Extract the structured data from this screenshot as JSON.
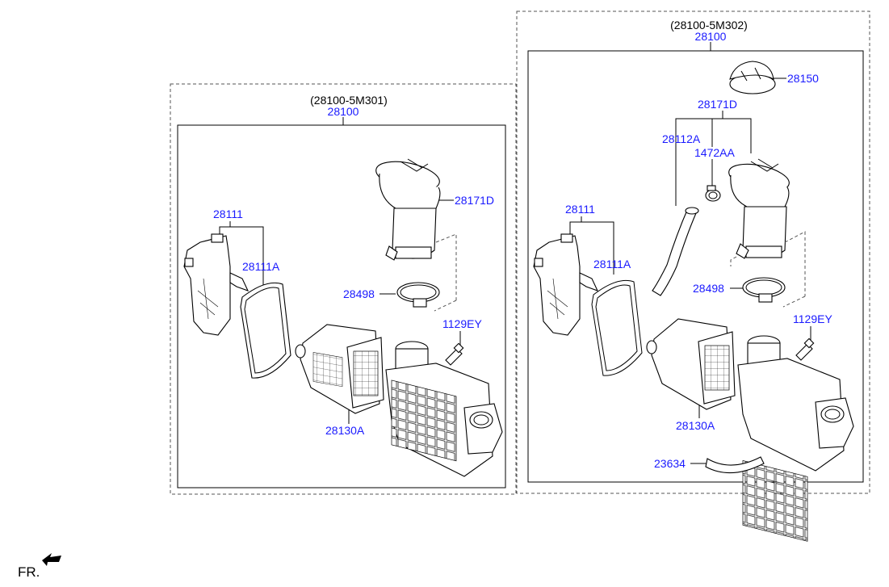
{
  "colors": {
    "label": "#1a1aff",
    "line": "#000000",
    "dash": "#555555"
  },
  "left_assembly": {
    "variant": "(28100-5M301)",
    "assembly_no": "28100",
    "labels": {
      "bracket": "28111",
      "gasket": "28111A",
      "intake_duct": "28171D",
      "clamp": "28498",
      "bolt": "1129EY",
      "cover": "28130A"
    }
  },
  "right_assembly": {
    "variant": "(28100-5M302)",
    "assembly_no": "28100",
    "labels": {
      "cap": "28150",
      "duct_group": "28171D",
      "hose": "28112A",
      "hose_clip": "1472AA",
      "bracket": "28111",
      "gasket": "28111A",
      "clamp": "28498",
      "bolt": "1129EY",
      "cover": "28130A",
      "drain_hose": "23634"
    }
  },
  "orientation": {
    "label": "FR.",
    "icon": "front-arrow-icon"
  }
}
